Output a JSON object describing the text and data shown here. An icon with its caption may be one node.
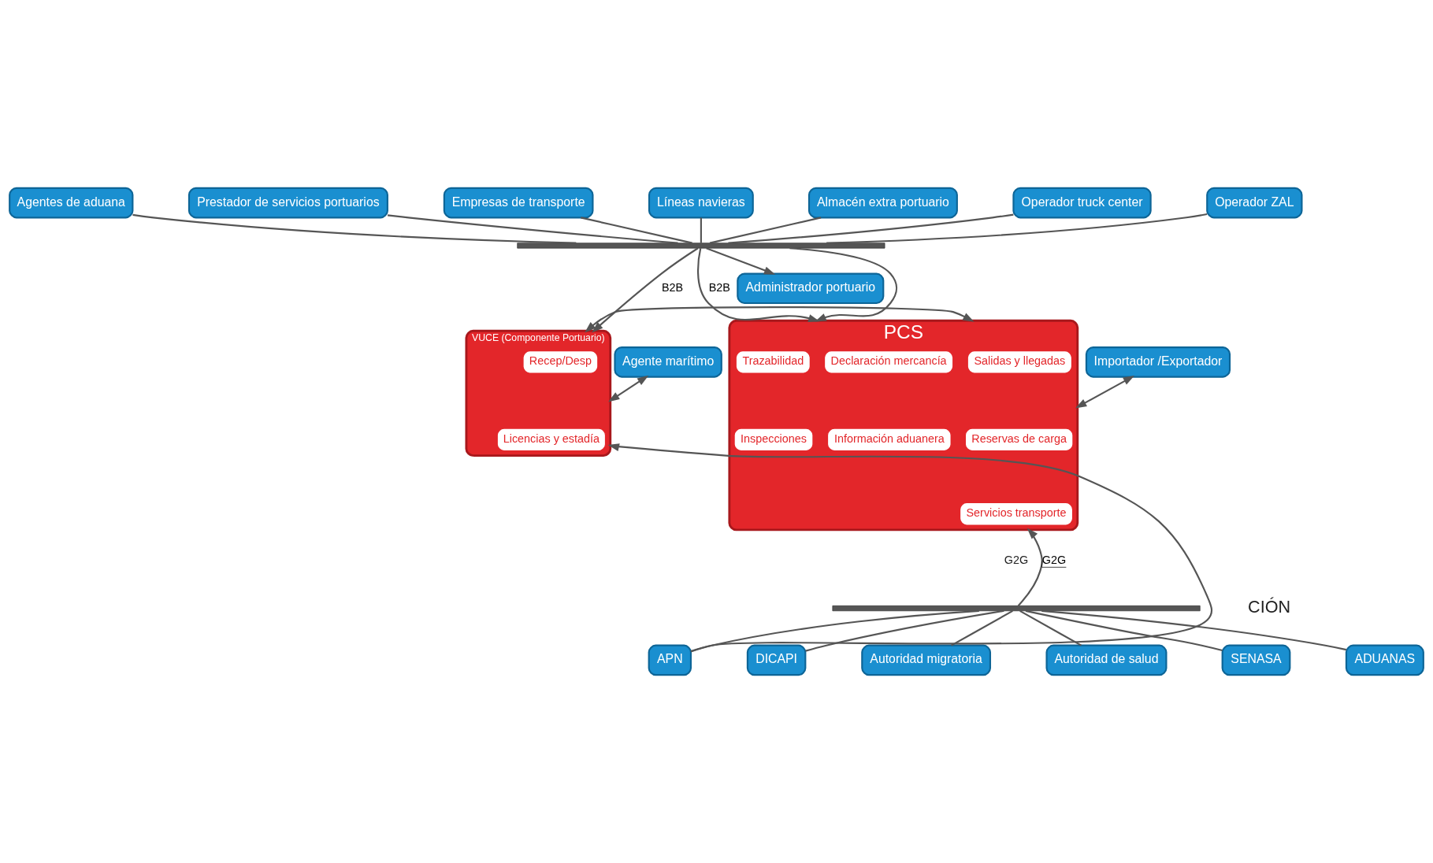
{
  "diagram": {
    "nodes": [
      {
        "text": [
          "Agentes de aduana"
        ]
      },
      {
        "text": [
          "Prestador de servicios portuarios"
        ]
      },
      {
        "text": [
          "Empresas de transporte"
        ]
      },
      {
        "text": [
          "Líneas navieras"
        ]
      },
      {
        "text": [
          "Almacén extra portuario"
        ]
      },
      {
        "text": [
          "Operador truck center"
        ]
      },
      {
        "text": [
          "Operador ZAL"
        ]
      },
      {
        "text": [],
        "shape": "bar"
      },
      {
        "text": [
          "Administrador portuario"
        ]
      },
      {
        "text": [
          "VUCE (Componente Portuario)"
        ]
      },
      {
        "text": [
          "Recep/Desp"
        ],
        "in": 9
      },
      {
        "text": [
          "Licencias y estadía"
        ],
        "in": 9
      },
      {
        "text": [
          "PCS"
        ]
      },
      {
        "text": [
          "Salidas y llegadas"
        ],
        "in": 12
      },
      {
        "text": [
          "Declaración mercancía"
        ],
        "in": 12
      },
      {
        "text": [
          "Trazabilidad"
        ],
        "in": 12
      },
      {
        "text": [
          "Reservas de carga"
        ],
        "in": 12
      },
      {
        "text": [
          "Información aduanera"
        ],
        "in": 12
      },
      {
        "text": [
          "Inspecciones"
        ],
        "in": 12
      },
      {
        "text": [
          "Servicios transporte"
        ],
        "in": 12
      },
      {
        "text": [
          "Agente marítimo"
        ]
      },
      {
        "text": [
          "Importador /Exportador"
        ]
      },
      {
        "text": [],
        "shape": "bar"
      },
      {
        "text": [
          "APN"
        ]
      },
      {
        "text": [
          "DICAPI"
        ]
      },
      {
        "text": [
          "Autoridad migratoria"
        ]
      },
      {
        "text": [
          "Autoridad de salud"
        ]
      },
      {
        "text": [
          "SENASA"
        ]
      },
      {
        "text": [
          "ADUANAS"
        ]
      }
    ],
    "edges": [
      {
        "from": 0,
        "to": 7,
        "arrow": "none"
      },
      {
        "from": 1,
        "to": 7,
        "arrow": "none"
      },
      {
        "from": 2,
        "to": 7,
        "arrow": "none"
      },
      {
        "from": 3,
        "to": 7,
        "arrow": "none"
      },
      {
        "from": 4,
        "to": 7,
        "arrow": "none"
      },
      {
        "from": 5,
        "to": 7,
        "arrow": "none"
      },
      {
        "from": 6,
        "to": 7,
        "arrow": "none"
      },
      {
        "from": 7,
        "to": 12,
        "arrow": "to",
        "label": "B2B"
      },
      {
        "from": 7,
        "to": 9,
        "arrow": "to",
        "label": "B2B"
      },
      {
        "from": 7,
        "to": 8,
        "arrow": "to"
      },
      {
        "from": 7,
        "to": 12,
        "arrow": "to"
      },
      {
        "from": 20,
        "to": 9,
        "arrow": "both"
      },
      {
        "from": 9,
        "to": 12,
        "arrow": "both"
      },
      {
        "from": 21,
        "to": 12,
        "arrow": "both"
      },
      {
        "from": 22,
        "to": 12,
        "arrow": "to",
        "label": "G2G"
      },
      {
        "from": 22,
        "to": 23,
        "arrow": "none"
      },
      {
        "from": 22,
        "to": 24,
        "arrow": "none"
      },
      {
        "from": 22,
        "to": 25,
        "arrow": "none"
      },
      {
        "from": 22,
        "to": 26,
        "arrow": "none"
      },
      {
        "from": 22,
        "to": 27,
        "arrow": "none"
      },
      {
        "from": 22,
        "to": 28,
        "arrow": "none"
      },
      {
        "from": 23,
        "to": 9,
        "arrow": "to"
      }
    ],
    "labels": [
      "G2G",
      "CIÓN"
    ]
  }
}
